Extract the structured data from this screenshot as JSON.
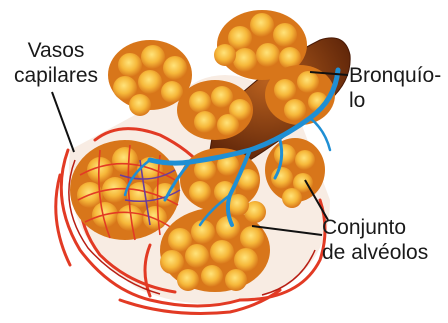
{
  "labels": {
    "capilares": {
      "line1": "Vasos",
      "line2": "capilares"
    },
    "bronquiolo": {
      "line1": "Bronquío-",
      "line2": "lo"
    },
    "alveolos": {
      "line1": "Conjunto",
      "line2": "de alvéolos"
    }
  },
  "colors": {
    "alveolus_outer": "#e28a1a",
    "alveolus_inner": "#f6b83a",
    "alveolus_highlight": "#ffe37a",
    "bronchiole": "#8a3c12",
    "bronchiole_dark": "#5a2208",
    "capillary_red": "#e23a24",
    "capillary_dark": "#b81e14",
    "vein_blue": "#1f8fd4",
    "vein_purple": "#6b3d9a",
    "pointer": "#111111"
  }
}
